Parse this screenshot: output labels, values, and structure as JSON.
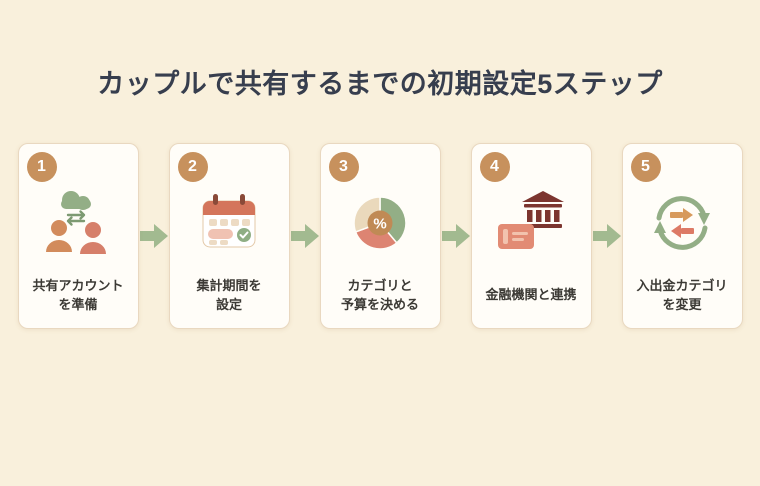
{
  "title": "カップルで共有するまでの初期設定5ステップ",
  "steps": [
    {
      "number": "1",
      "icon": "shared-account-icon",
      "label": [
        "共有アカウント",
        "を準備"
      ]
    },
    {
      "number": "2",
      "icon": "calendar-icon",
      "label": [
        "集計期間を",
        "設定"
      ]
    },
    {
      "number": "3",
      "icon": "pie-chart-icon",
      "label": [
        "カテゴリと",
        "予算を決める"
      ]
    },
    {
      "number": "4",
      "icon": "bank-card-icon",
      "label": [
        "金融機関と連携"
      ]
    },
    {
      "number": "5",
      "icon": "sync-arrows-icon",
      "label": [
        "入出金カテゴリ",
        "を変更"
      ]
    }
  ],
  "icons": {
    "percent_symbol": "%"
  },
  "colors": {
    "background": "#f9f0dc",
    "title_text": "#373e4e",
    "card_background": "#fffdf8",
    "card_border": "#e9d8c0",
    "badge": "#c7915d",
    "connector_arrow": "#a2ba90",
    "accent_green": "#93ae86",
    "accent_orange": "#d28b5c",
    "accent_coral": "#dd8472",
    "accent_maroon": "#7c352f",
    "accent_cream": "#ead9bc"
  }
}
